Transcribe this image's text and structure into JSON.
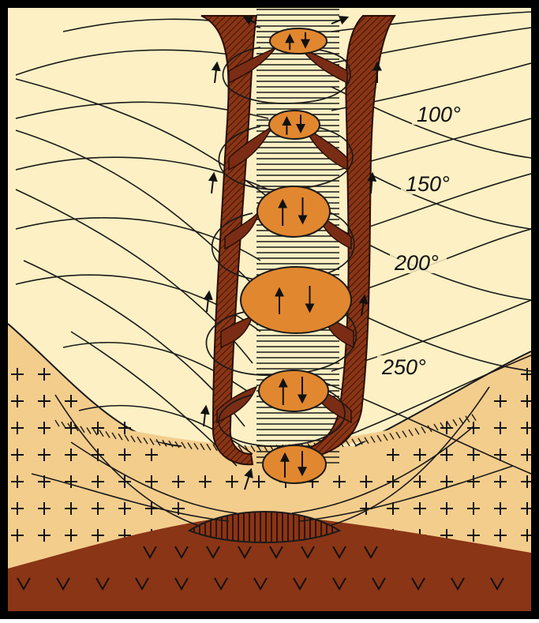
{
  "diagram": {
    "isotherm_labels": [
      "100°",
      "150°",
      "200°",
      "250°"
    ],
    "colors": {
      "frame": "#000000",
      "sky": "#fcf0c4",
      "sediment": "#f3cd8c",
      "dark_rock": "#8a3515",
      "channel": "#7a2d14",
      "ore_body": "#e1872f",
      "line": "#1a1a1a"
    },
    "symbols": {
      "granite": "plus-sign",
      "volcanic": "v-sign",
      "flow": "arrow-icon"
    }
  }
}
